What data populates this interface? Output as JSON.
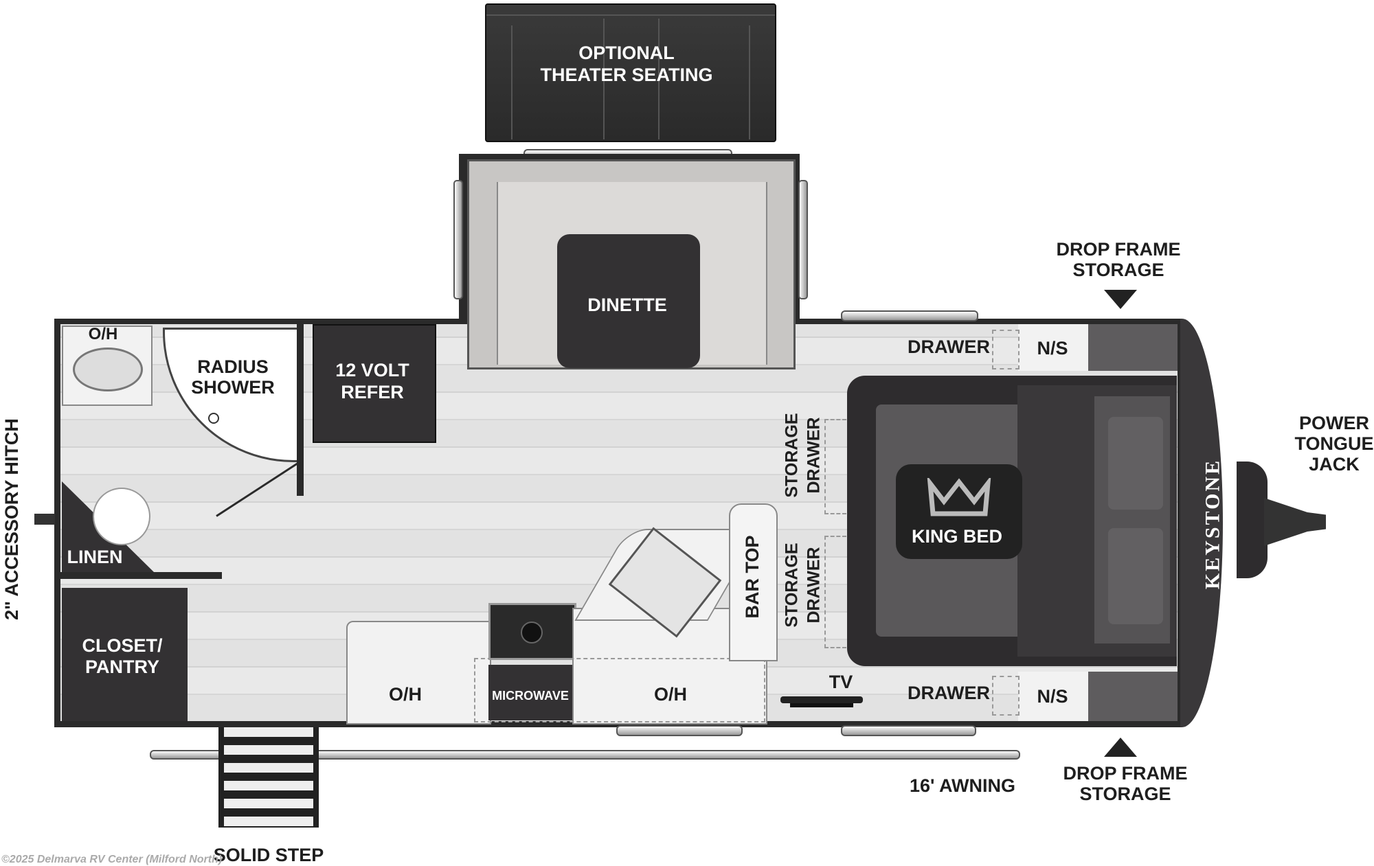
{
  "labels": {
    "theater": "OPTIONAL\nTHEATER SEATING",
    "theater_l1": "OPTIONAL",
    "theater_l2": "THEATER SEATING",
    "dinette": "DINETTE",
    "oh_bath": "O/H",
    "shower_l1": "RADIUS",
    "shower_l2": "SHOWER",
    "refer_l1": "12 VOLT",
    "refer_l2": "REFER",
    "linen": "LINEN",
    "closet_l1": "CLOSET/",
    "closet_l2": "PANTRY",
    "oh_kitchen_left": "O/H",
    "microwave": "MICROWAVE",
    "oh_kitchen_right": "O/H",
    "bar_top": "BAR TOP",
    "storage_drawer_top_l1": "STORAGE",
    "storage_drawer_top_l2": "DRAWER",
    "storage_drawer_bottom_l1": "STORAGE",
    "storage_drawer_bottom_l2": "DRAWER",
    "drawer_top": "DRAWER",
    "drawer_bottom": "DRAWER",
    "ns_top": "N/S",
    "ns_bottom": "N/S",
    "tv": "TV",
    "king_bed": "KING BED",
    "keystone": "KEYSTONE",
    "drop_frame_top_l1": "DROP FRAME",
    "drop_frame_top_l2": "STORAGE",
    "drop_frame_bottom_l1": "DROP FRAME",
    "drop_frame_bottom_l2": "STORAGE",
    "tongue_l1": "POWER",
    "tongue_l2": "TONGUE",
    "tongue_l3": "JACK",
    "hitch": "2\" ACCESSORY HITCH",
    "awning": "16' AWNING",
    "solid_step": "SOLID STEP",
    "copyright": "©2025 Delmarva RV Center (Milford North)"
  },
  "icons": {
    "bed": "crown-icon"
  },
  "colors": {
    "wall": "#2a2a2a",
    "dark_furniture": "#333133",
    "floor": "#e0e0e0",
    "bed": "#5a585a"
  }
}
